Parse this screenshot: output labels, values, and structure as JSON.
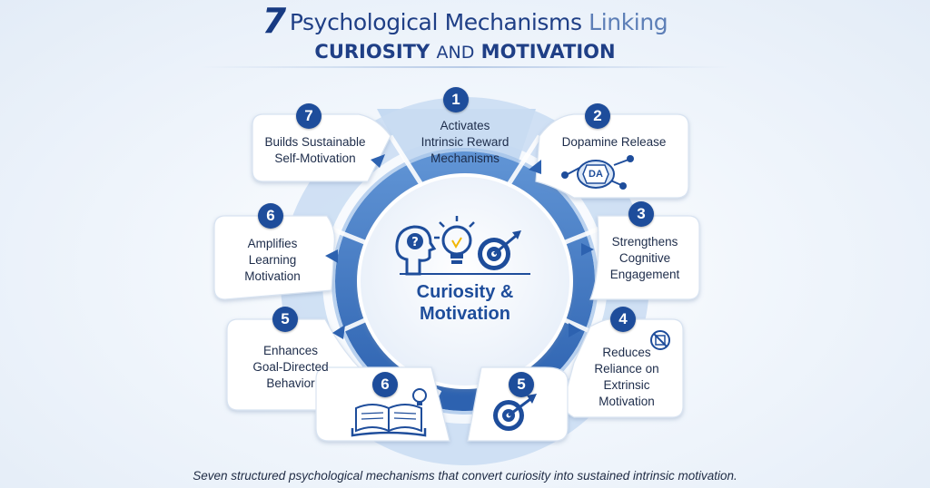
{
  "title": {
    "number": "7",
    "line1_main": "Psychological Mechanisms ",
    "line1_tail": "Linking",
    "line2_a": "CURIOSITY",
    "line2_and": "AND",
    "line2_b": "MOTIVATION"
  },
  "center": {
    "line1": "Curiosity &",
    "line2": "Motivation"
  },
  "mechanisms": [
    {
      "number": "1",
      "lines": [
        "Activates",
        "Intrinsic Reward",
        "Mechanisms"
      ]
    },
    {
      "number": "2",
      "lines": [
        "Dopamine Release"
      ],
      "icon_text": "DA"
    },
    {
      "number": "3",
      "lines": [
        "Strengthens",
        "Cognitive",
        "Engagement"
      ]
    },
    {
      "number": "4",
      "lines": [
        "Reduces",
        "Reliance on",
        "Extrinsic",
        "Motivation"
      ]
    },
    {
      "number": "5",
      "lines": [
        "Enhances",
        "Goal-Directed",
        "Behavior"
      ]
    },
    {
      "number": "6",
      "lines": [
        "Amplifies",
        "Learning",
        "Motivation"
      ]
    },
    {
      "number": "7",
      "lines": [
        "Builds Sustainable",
        "Self-Motivation"
      ]
    }
  ],
  "bottom_tiles": [
    {
      "number": "6",
      "icon": "open-book-icon"
    },
    {
      "number": "5",
      "icon": "target-icon"
    }
  ],
  "caption": "Seven structured psychological mechanisms that convert curiosity into sustained intrinsic motivation.",
  "colors": {
    "primary": "#1e4d9b",
    "light": "#cfe0f4",
    "mid": "#7aa7dc",
    "text": "#1d2c4a"
  }
}
